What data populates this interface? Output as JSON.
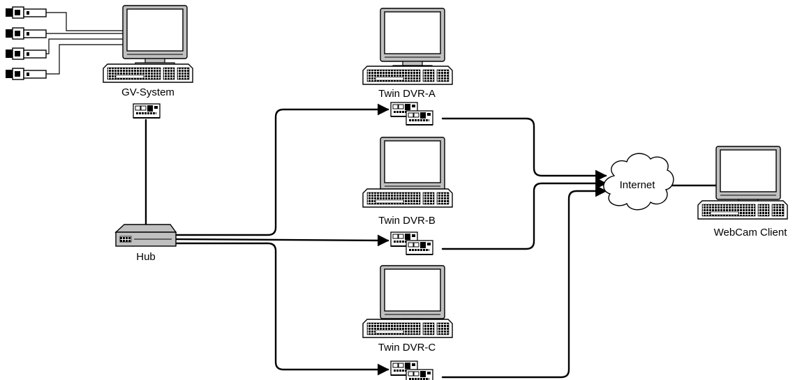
{
  "labels": {
    "gv_system": "GV-System",
    "hub": "Hub",
    "dvr_a": "Twin DVR-A",
    "dvr_b": "Twin DVR-B",
    "dvr_c": "Twin DVR-C",
    "internet": "Internet",
    "webcam_client": "WebCam Client"
  },
  "colors": {
    "stroke": "#000000",
    "monitor_bezel": "#c0c0c0",
    "screen": "#ffffff",
    "background": "#ffffff"
  }
}
